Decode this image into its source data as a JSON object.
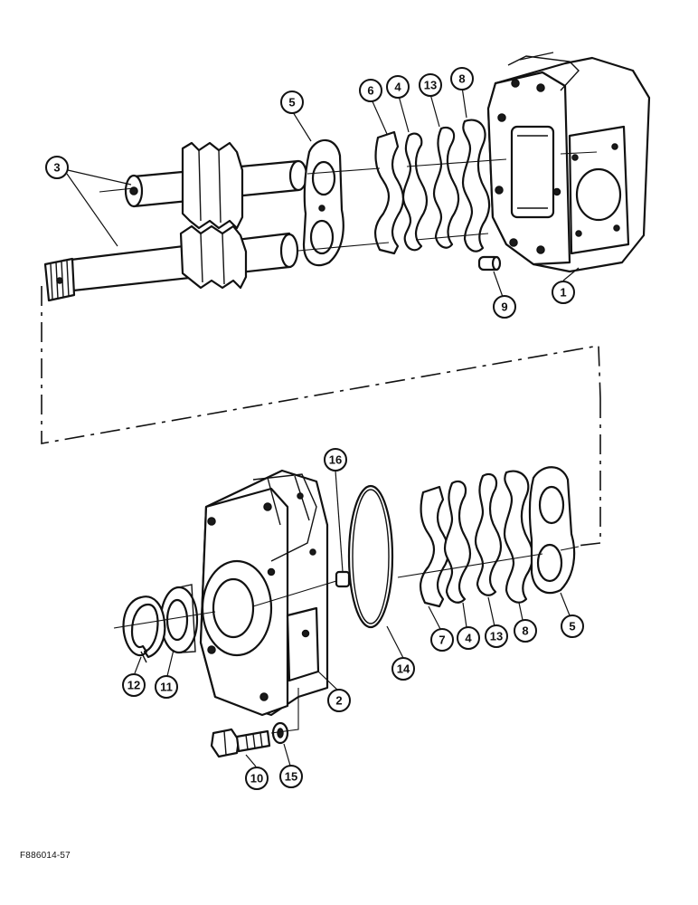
{
  "figure_id": "F886014-57",
  "callouts": {
    "c1": "1",
    "c2": "2",
    "c3": "3",
    "c4a": "4",
    "c4b": "4",
    "c5a": "5",
    "c5b": "5",
    "c6": "6",
    "c7": "7",
    "c8a": "8",
    "c8b": "8",
    "c9": "9",
    "c10": "10",
    "c11": "11",
    "c12": "12",
    "c13a": "13",
    "c13b": "13",
    "c14": "14",
    "c15": "15",
    "c16": "16"
  },
  "parts": {
    "housing": "pump-housing",
    "cover": "mounting-flange-cover",
    "gears": "gear-shafts",
    "seal_shims": "seal-and-backup-rings",
    "wear_plates": "wear-plates",
    "o_ring": "o-ring",
    "shaft_seal": "shaft-seal",
    "snap_ring": "snap-ring",
    "bolt": "bolt",
    "washer": "washer",
    "dowel": "dowel-pin",
    "plug": "plug"
  }
}
